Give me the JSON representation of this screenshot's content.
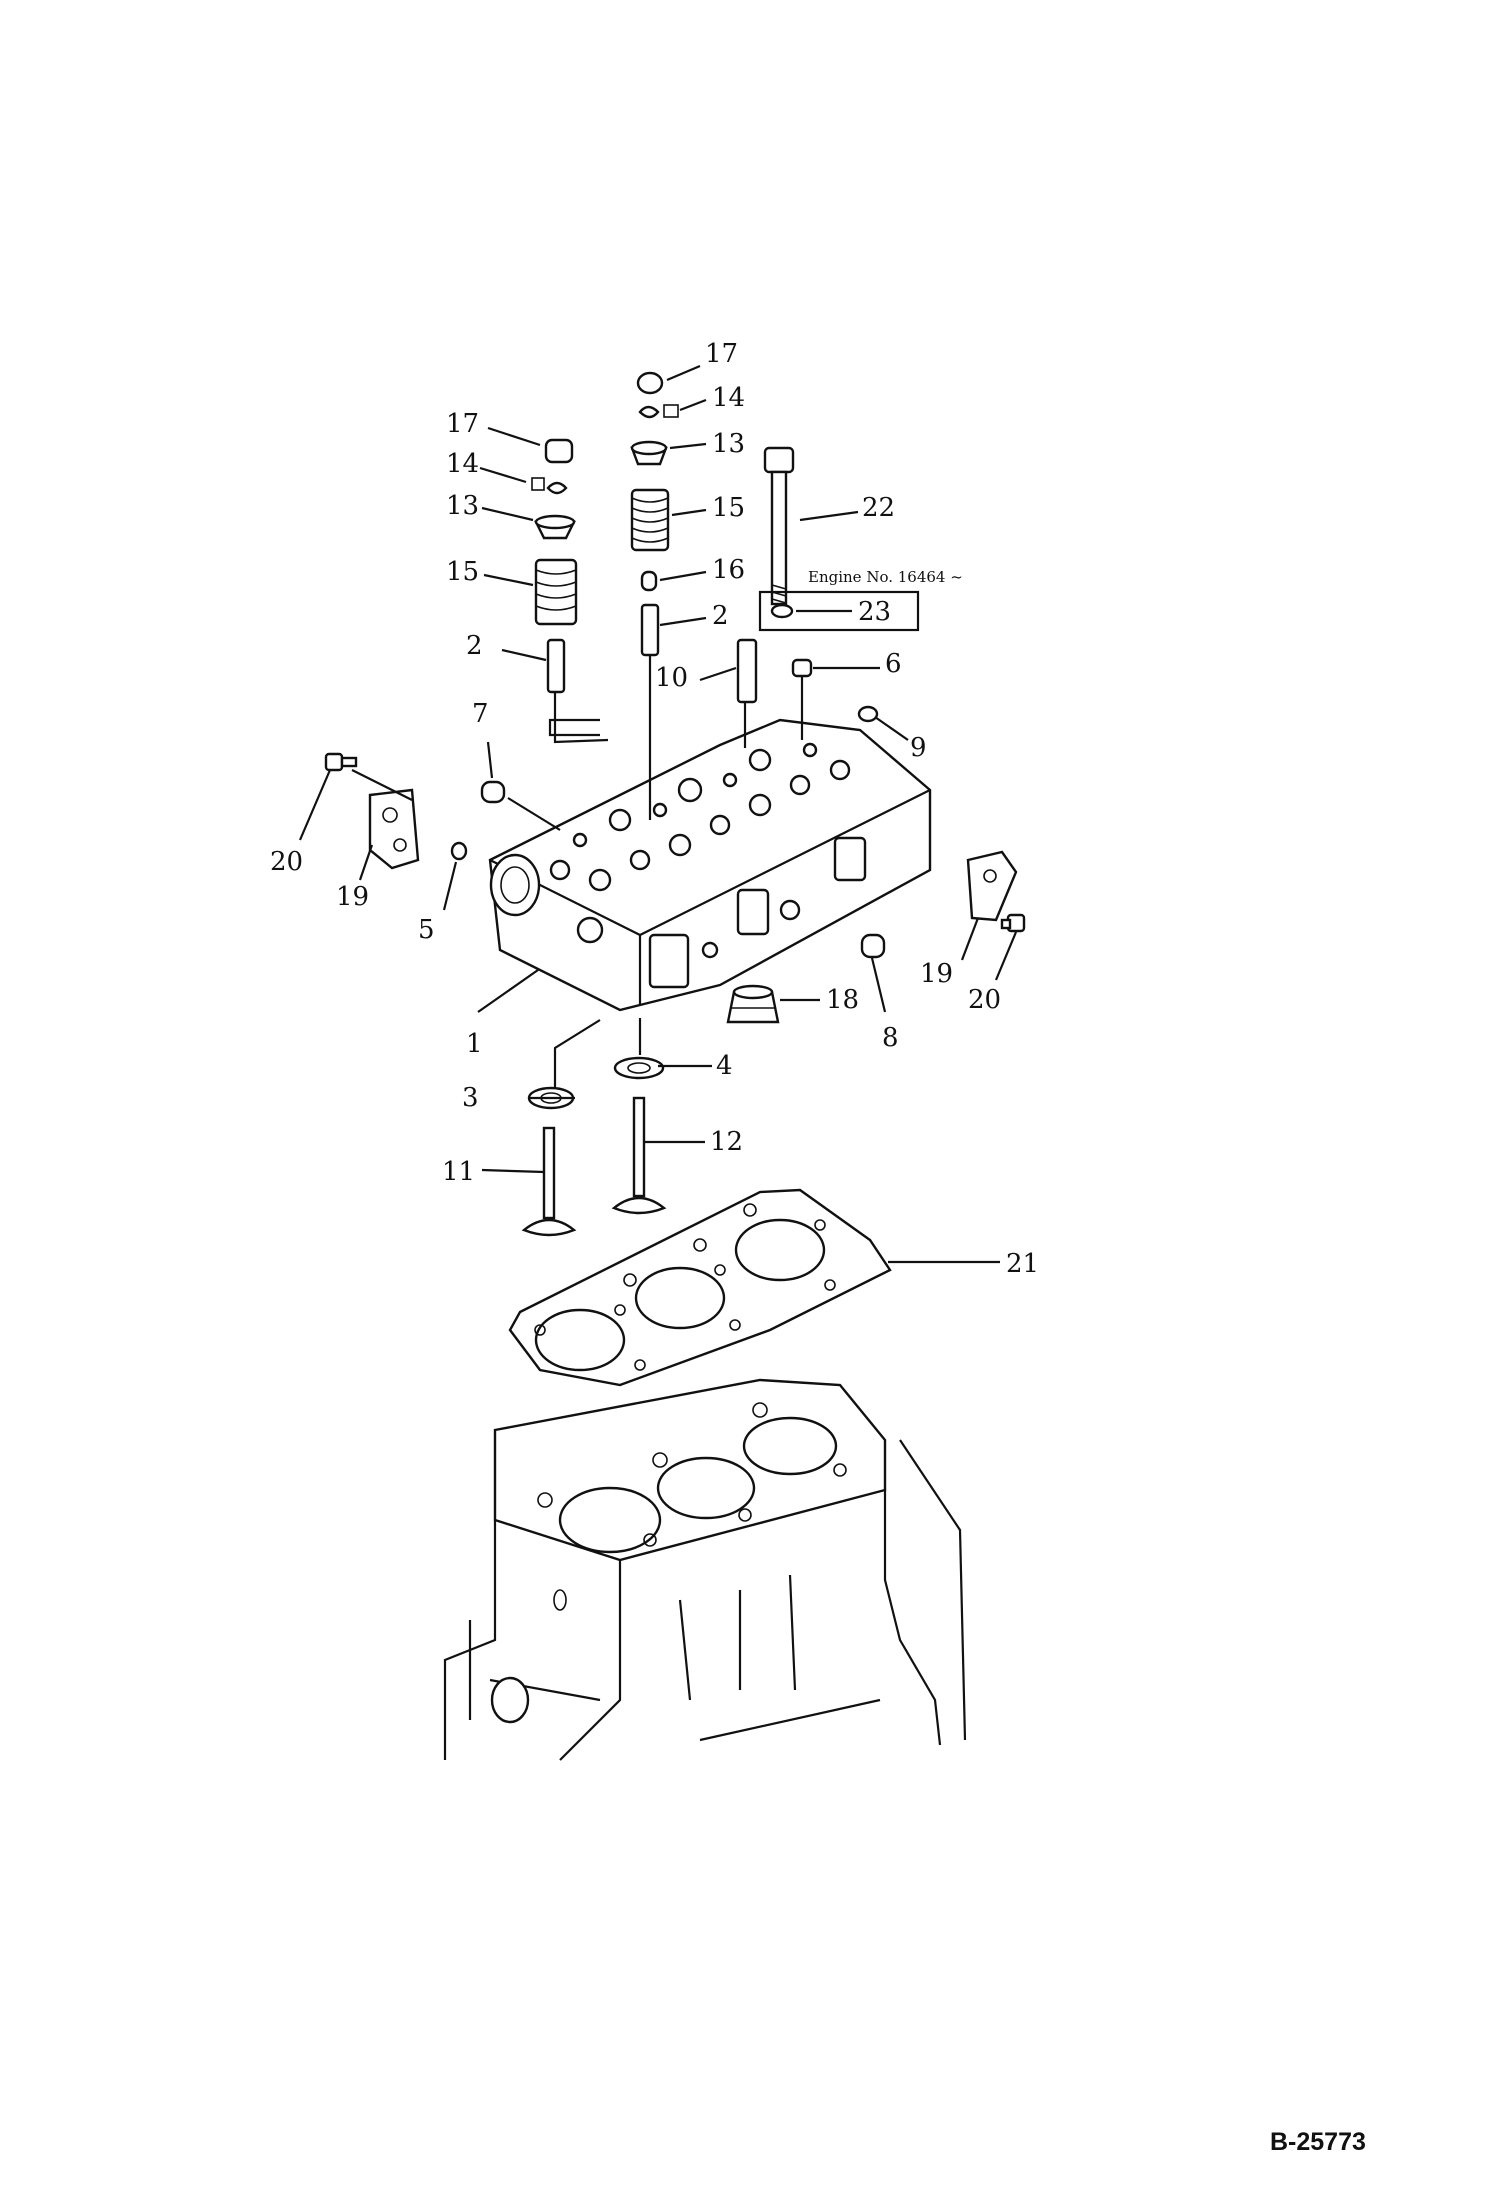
{
  "drawing": {
    "code": "B-25773",
    "note": "Engine No. 16464 ~"
  },
  "callouts": [
    {
      "id": "c17a",
      "text": "17"
    },
    {
      "id": "c14a",
      "text": "14"
    },
    {
      "id": "c13a",
      "text": "13"
    },
    {
      "id": "c15a",
      "text": "15"
    },
    {
      "id": "c16",
      "text": "16"
    },
    {
      "id": "c2a",
      "text": "2"
    },
    {
      "id": "c22",
      "text": "22"
    },
    {
      "id": "c23",
      "text": "23"
    },
    {
      "id": "c17b",
      "text": "17"
    },
    {
      "id": "c14b",
      "text": "14"
    },
    {
      "id": "c13b",
      "text": "13"
    },
    {
      "id": "c15b",
      "text": "15"
    },
    {
      "id": "c2b",
      "text": "2"
    },
    {
      "id": "c10",
      "text": "10"
    },
    {
      "id": "c6",
      "text": "6"
    },
    {
      "id": "c9",
      "text": "9"
    },
    {
      "id": "c7",
      "text": "7"
    },
    {
      "id": "c20a",
      "text": "20"
    },
    {
      "id": "c19a",
      "text": "19"
    },
    {
      "id": "c5",
      "text": "5"
    },
    {
      "id": "c1",
      "text": "1"
    },
    {
      "id": "c3",
      "text": "3"
    },
    {
      "id": "c4",
      "text": "4"
    },
    {
      "id": "c18",
      "text": "18"
    },
    {
      "id": "c8",
      "text": "8"
    },
    {
      "id": "c19b",
      "text": "19"
    },
    {
      "id": "c20b",
      "text": "20"
    },
    {
      "id": "c11",
      "text": "11"
    },
    {
      "id": "c12",
      "text": "12"
    },
    {
      "id": "c21",
      "text": "21"
    }
  ]
}
